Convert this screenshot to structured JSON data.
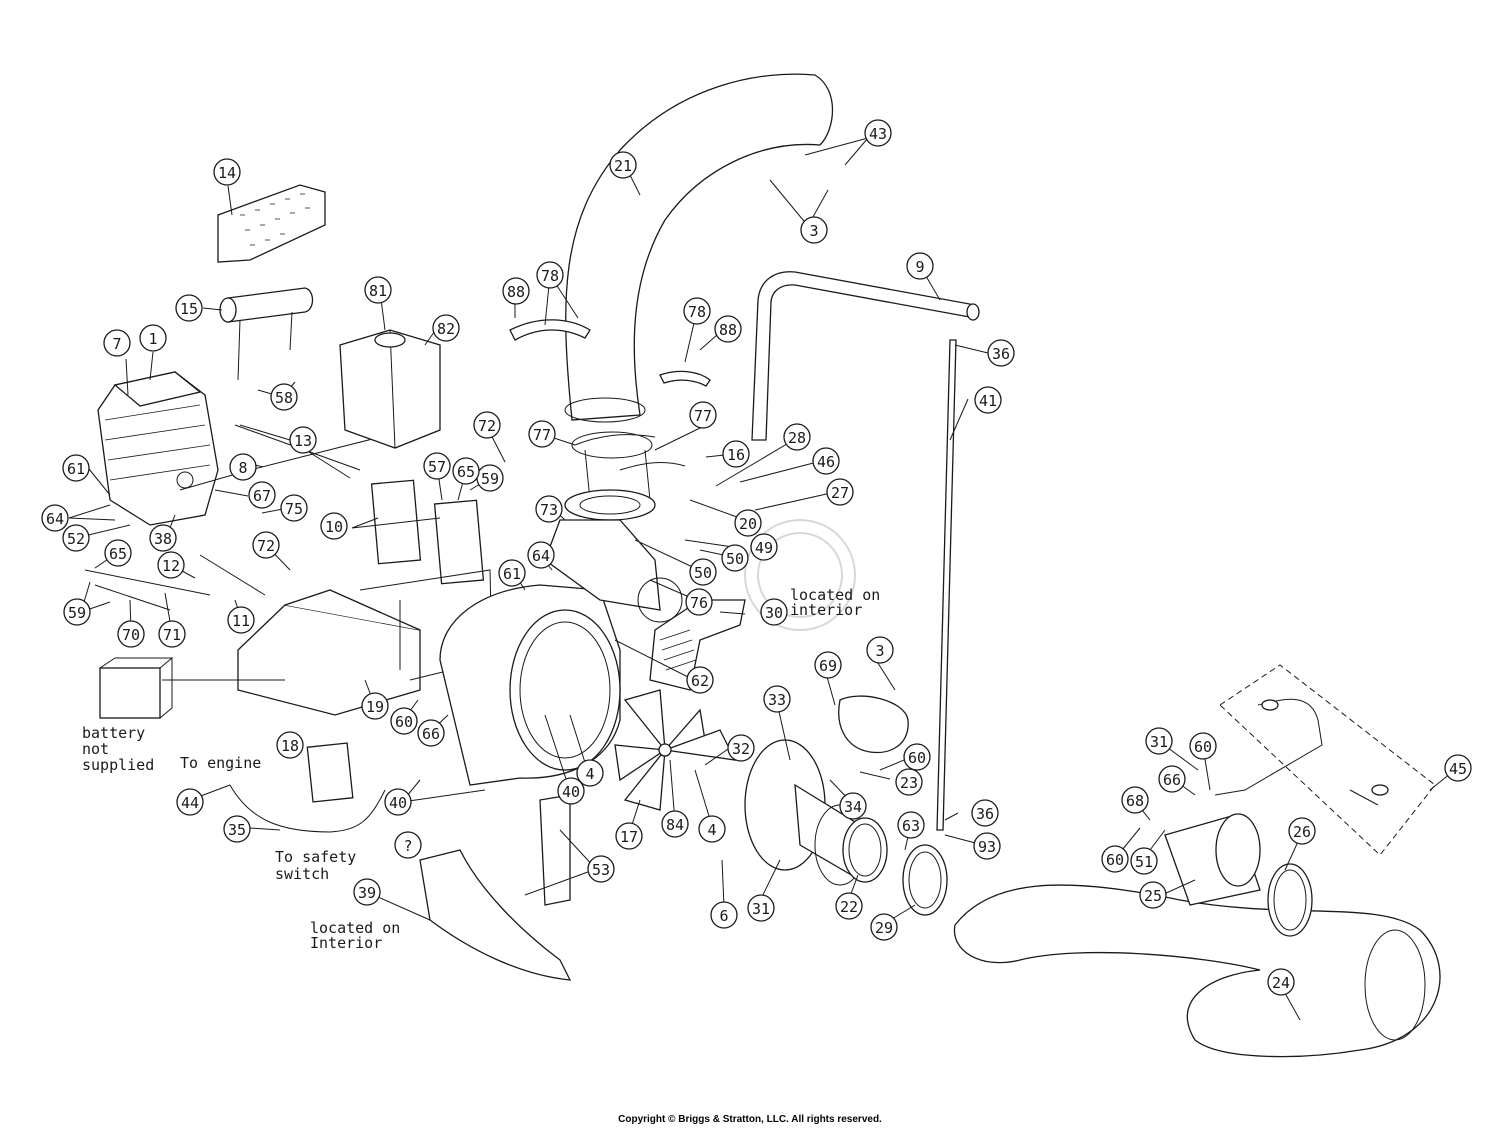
{
  "diagram": {
    "callouts": [
      {
        "id": "c1",
        "label": "1"
      },
      {
        "id": "c3a",
        "label": "3"
      },
      {
        "id": "c3b",
        "label": "3"
      },
      {
        "id": "c4a",
        "label": "4"
      },
      {
        "id": "c4b",
        "label": "4"
      },
      {
        "id": "c6",
        "label": "6"
      },
      {
        "id": "c7",
        "label": "7"
      },
      {
        "id": "c8",
        "label": "8"
      },
      {
        "id": "c9",
        "label": "9"
      },
      {
        "id": "c10",
        "label": "10"
      },
      {
        "id": "c11",
        "label": "11"
      },
      {
        "id": "c12",
        "label": "12"
      },
      {
        "id": "c13",
        "label": "13"
      },
      {
        "id": "c14",
        "label": "14"
      },
      {
        "id": "c15",
        "label": "15"
      },
      {
        "id": "c16",
        "label": "16"
      },
      {
        "id": "c17",
        "label": "17"
      },
      {
        "id": "c18",
        "label": "18"
      },
      {
        "id": "c19",
        "label": "19"
      },
      {
        "id": "c20",
        "label": "20"
      },
      {
        "id": "c21",
        "label": "21"
      },
      {
        "id": "c22",
        "label": "22"
      },
      {
        "id": "c23",
        "label": "23"
      },
      {
        "id": "c24",
        "label": "24"
      },
      {
        "id": "c25",
        "label": "25"
      },
      {
        "id": "c26",
        "label": "26"
      },
      {
        "id": "c27",
        "label": "27"
      },
      {
        "id": "c28",
        "label": "28"
      },
      {
        "id": "c29",
        "label": "29"
      },
      {
        "id": "c30",
        "label": "30"
      },
      {
        "id": "c31a",
        "label": "31"
      },
      {
        "id": "c31b",
        "label": "31"
      },
      {
        "id": "c32",
        "label": "32"
      },
      {
        "id": "c33",
        "label": "33"
      },
      {
        "id": "c34",
        "label": "34"
      },
      {
        "id": "c35",
        "label": "35"
      },
      {
        "id": "c36a",
        "label": "36"
      },
      {
        "id": "c36b",
        "label": "36"
      },
      {
        "id": "c38",
        "label": "38"
      },
      {
        "id": "c39",
        "label": "39"
      },
      {
        "id": "c40a",
        "label": "40"
      },
      {
        "id": "c40b",
        "label": "40"
      },
      {
        "id": "c41",
        "label": "41"
      },
      {
        "id": "c43",
        "label": "43"
      },
      {
        "id": "c44",
        "label": "44"
      },
      {
        "id": "c45",
        "label": "45"
      },
      {
        "id": "c46",
        "label": "46"
      },
      {
        "id": "c49",
        "label": "49"
      },
      {
        "id": "c50a",
        "label": "50"
      },
      {
        "id": "c50b",
        "label": "50"
      },
      {
        "id": "c51",
        "label": "51"
      },
      {
        "id": "c52",
        "label": "52"
      },
      {
        "id": "c53",
        "label": "53"
      },
      {
        "id": "c57",
        "label": "57"
      },
      {
        "id": "c58",
        "label": "58"
      },
      {
        "id": "c59a",
        "label": "59"
      },
      {
        "id": "c59b",
        "label": "59"
      },
      {
        "id": "c60a",
        "label": "60"
      },
      {
        "id": "c60b",
        "label": "60"
      },
      {
        "id": "c60c",
        "label": "60"
      },
      {
        "id": "c60d",
        "label": "60"
      },
      {
        "id": "c61a",
        "label": "61"
      },
      {
        "id": "c61b",
        "label": "61"
      },
      {
        "id": "c62",
        "label": "62"
      },
      {
        "id": "c63",
        "label": "63"
      },
      {
        "id": "c64a",
        "label": "64"
      },
      {
        "id": "c64b",
        "label": "64"
      },
      {
        "id": "c65a",
        "label": "65"
      },
      {
        "id": "c65b",
        "label": "65"
      },
      {
        "id": "c66a",
        "label": "66"
      },
      {
        "id": "c66b",
        "label": "66"
      },
      {
        "id": "c67",
        "label": "67"
      },
      {
        "id": "c68",
        "label": "68"
      },
      {
        "id": "c69",
        "label": "69"
      },
      {
        "id": "c70",
        "label": "70"
      },
      {
        "id": "c71",
        "label": "71"
      },
      {
        "id": "c72a",
        "label": "72"
      },
      {
        "id": "c72b",
        "label": "72"
      },
      {
        "id": "c73",
        "label": "73"
      },
      {
        "id": "c75",
        "label": "75"
      },
      {
        "id": "c76",
        "label": "76"
      },
      {
        "id": "c77a",
        "label": "77"
      },
      {
        "id": "c77b",
        "label": "77"
      },
      {
        "id": "c78a",
        "label": "78"
      },
      {
        "id": "c78b",
        "label": "78"
      },
      {
        "id": "c81",
        "label": "81"
      },
      {
        "id": "c82",
        "label": "82"
      },
      {
        "id": "c84",
        "label": "84"
      },
      {
        "id": "c88a",
        "label": "88"
      },
      {
        "id": "c88b",
        "label": "88"
      },
      {
        "id": "c93",
        "label": "93"
      },
      {
        "id": "cq",
        "label": "?"
      }
    ],
    "notes": {
      "battery": [
        "battery",
        "not",
        "supplied"
      ],
      "to_engine": "To engine",
      "to_safety_switch": [
        "To safety",
        "switch"
      ],
      "located_interior_upper": [
        "located on",
        "interior"
      ],
      "located_interior_lower": [
        "located on",
        "Interior"
      ]
    }
  },
  "copyright": "Copyright © Briggs & Stratton, LLC. All rights reserved."
}
